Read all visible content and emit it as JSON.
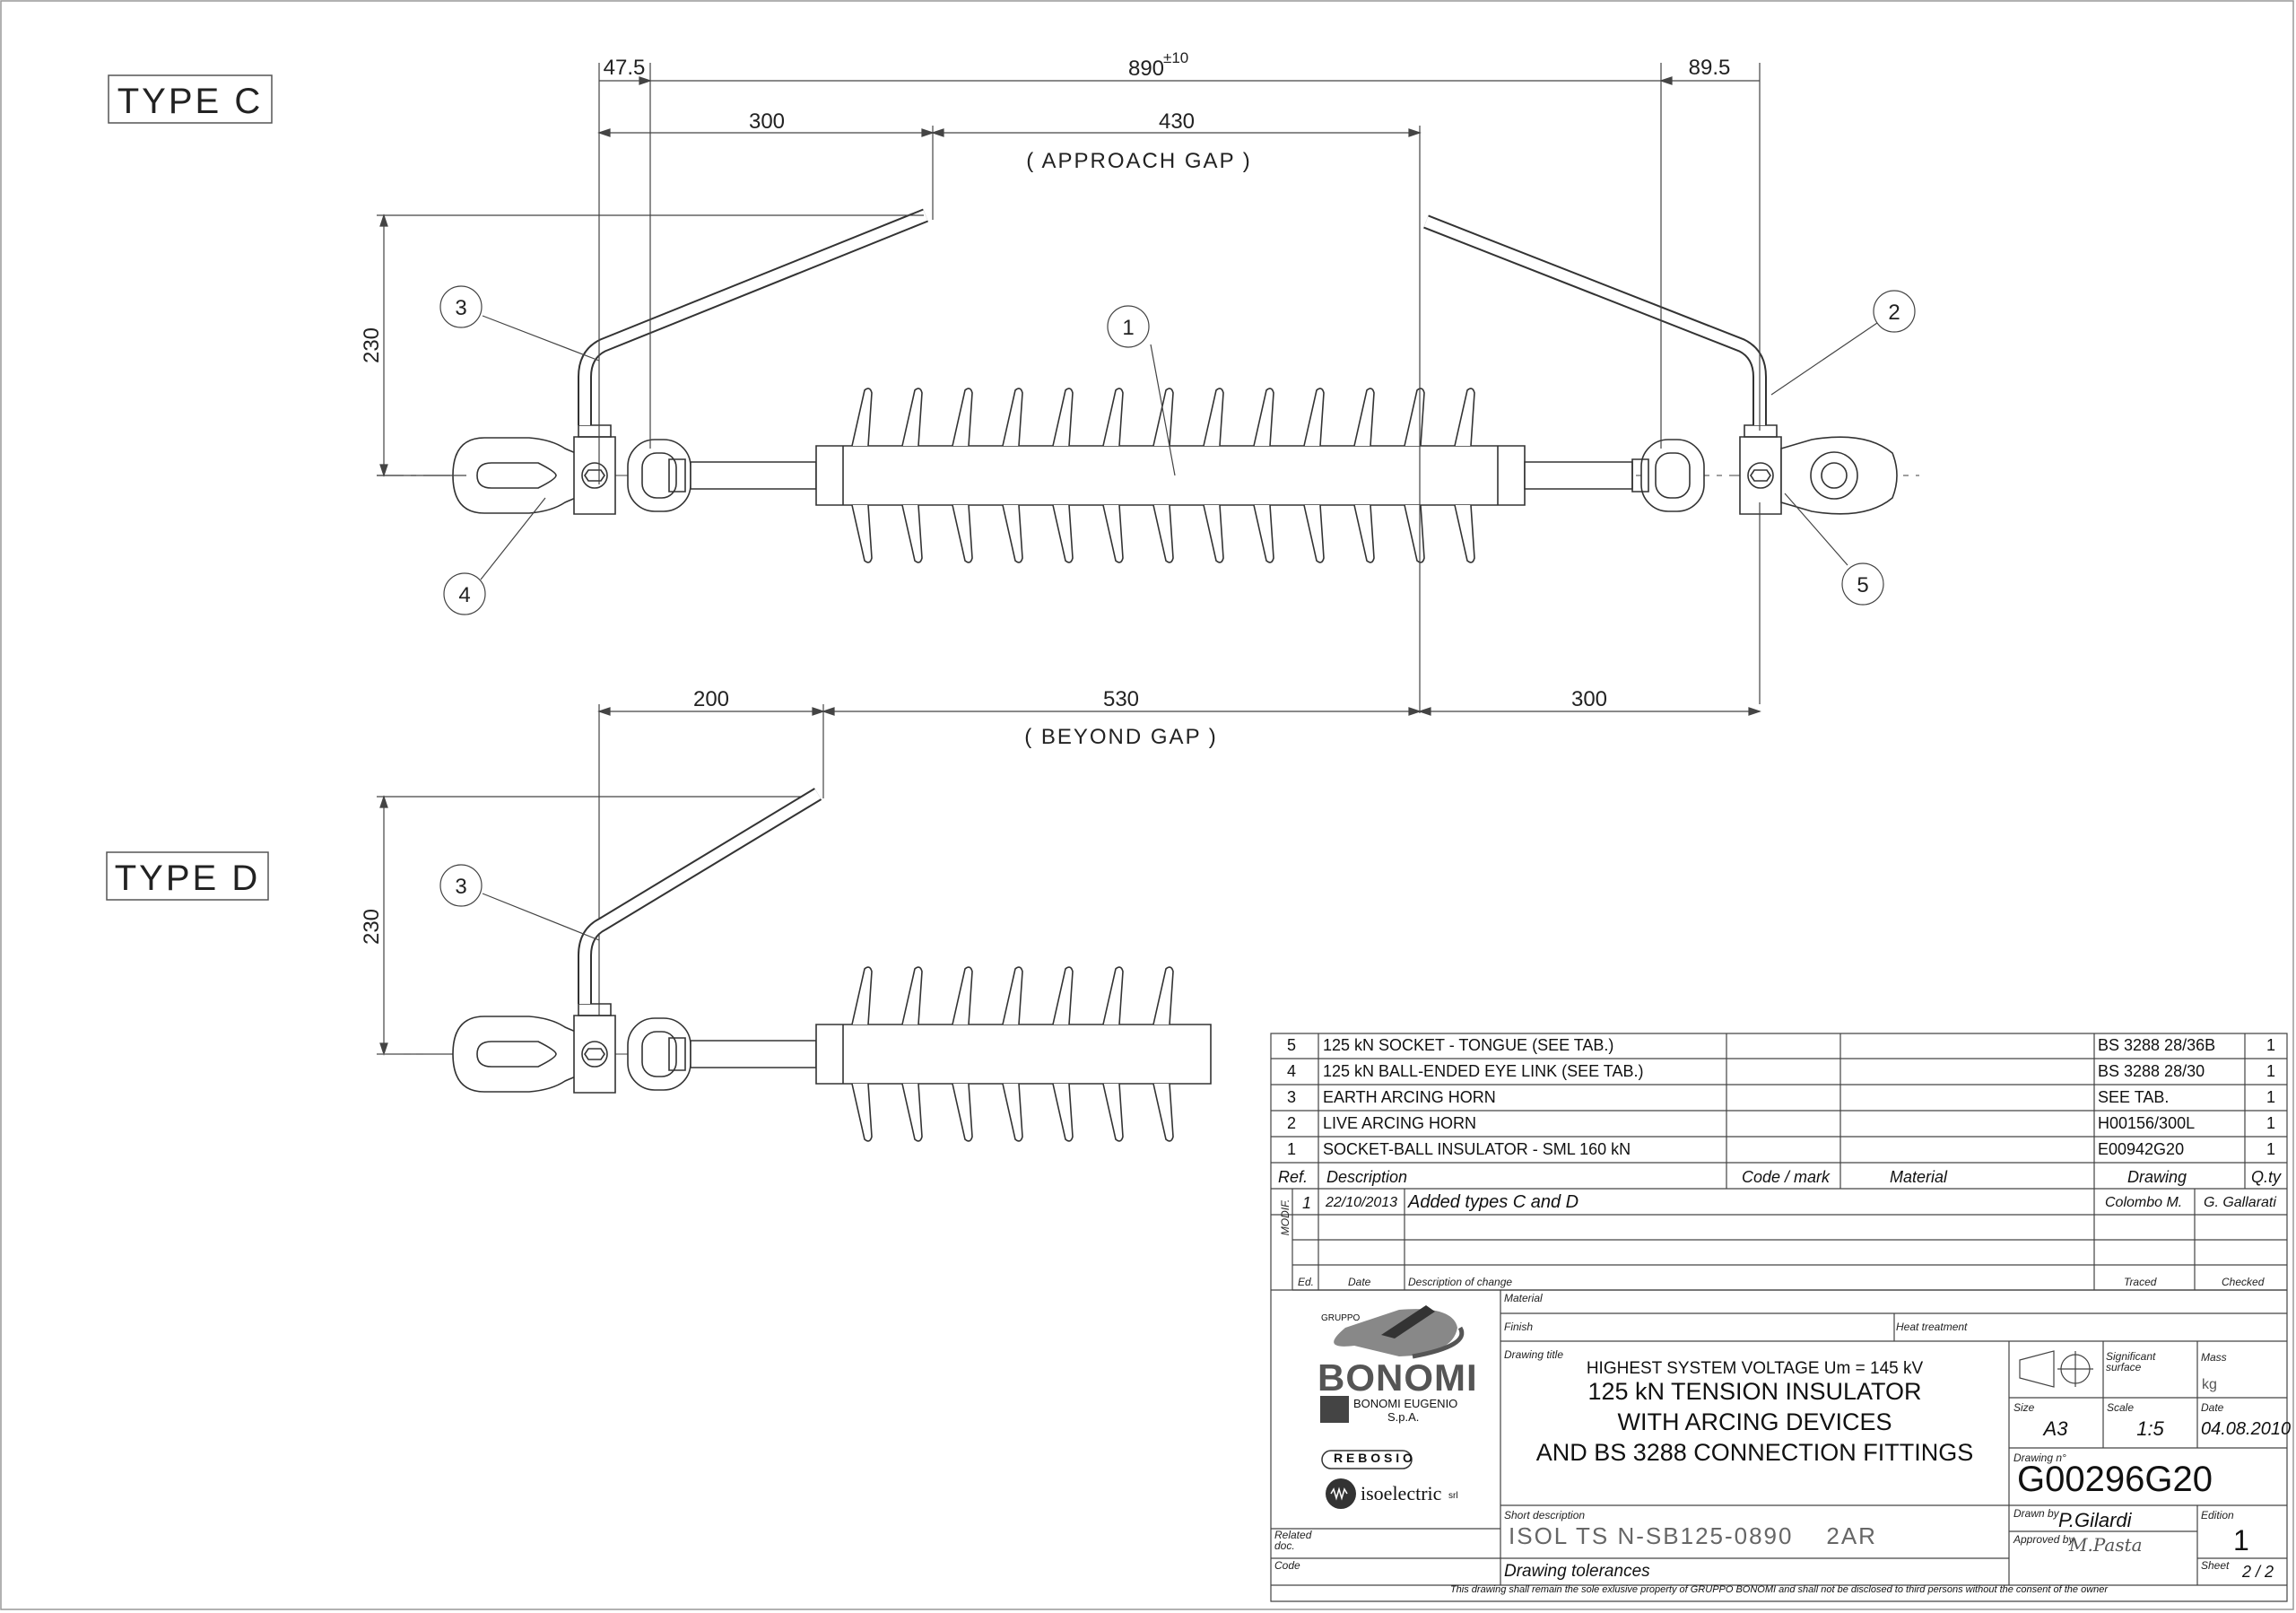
{
  "drawing": {
    "type_c_label": "TYPE C",
    "type_d_label": "TYPE D",
    "dimensions": {
      "d47_5": "47.5",
      "d890": "890",
      "d890_tol": "±10",
      "d89_5": "89.5",
      "d300_top": "300",
      "d430": "430",
      "approach_gap": "( APPROACH GAP )",
      "d230_c": "230",
      "d200": "200",
      "d530": "530",
      "d300_bottom": "300",
      "beyond_gap": "( BEYOND GAP )",
      "d230_d": "230"
    },
    "balloons": {
      "b1": "1",
      "b2": "2",
      "b3": "3",
      "b4": "4",
      "b5": "5",
      "b3d": "3"
    }
  },
  "bom": {
    "rows": [
      {
        "ref": "5",
        "description": "125 kN SOCKET - TONGUE (SEE TAB.)",
        "code": "",
        "material": "",
        "drawing": "BS 3288 28/36B",
        "qty": "1"
      },
      {
        "ref": "4",
        "description": "125 kN BALL-ENDED EYE LINK (SEE TAB.)",
        "code": "",
        "material": "",
        "drawing": "BS 3288 28/30",
        "qty": "1"
      },
      {
        "ref": "3",
        "description": "EARTH ARCING HORN",
        "code": "",
        "material": "",
        "drawing": "SEE TAB.",
        "qty": "1"
      },
      {
        "ref": "2",
        "description": "LIVE ARCING HORN",
        "code": "",
        "material": "",
        "drawing": "H00156/300L",
        "qty": "1"
      },
      {
        "ref": "1",
        "description": "SOCKET-BALL INSULATOR - SML 160 kN",
        "code": "",
        "material": "",
        "drawing": "E00942G20",
        "qty": "1"
      }
    ],
    "headers": {
      "ref": "Ref.",
      "description": "Description",
      "code": "Code / mark",
      "material": "Material",
      "drawing": "Drawing",
      "qty": "Q.ty"
    }
  },
  "modifications": {
    "side_label": "MODIF.",
    "entries": [
      {
        "ed": "1",
        "date": "22/10/2013",
        "description": "Added types C and D",
        "traced": "Colombo M.",
        "checked": "G. Gallarati"
      }
    ],
    "headers": {
      "ed": "Ed.",
      "date": "Date",
      "description": "Description of change",
      "traced": "Traced",
      "checked": "Checked"
    }
  },
  "title_block": {
    "company": {
      "gruppo": "GRUPPO",
      "brand": "BONOMI",
      "sub1": "BONOMI EUGENIO",
      "sub2": "S.p.A.",
      "rebosio": "R E B O S I O",
      "isoelectric": "isoelectric",
      "isoelectric_srl": "srl"
    },
    "material_label": "Material",
    "finish_label": "Finish",
    "heat_treatment_label": "Heat treatment",
    "drawing_title_label": "Drawing title",
    "title_line1": "HIGHEST SYSTEM VOLTAGE Um = 145 kV",
    "title_line2": "125 kN TENSION INSULATOR",
    "title_line3": "WITH ARCING DEVICES",
    "title_line4": "AND BS 3288 CONNECTION FITTINGS",
    "significant_surface_label": "Significant surface",
    "mass_label": "Mass",
    "mass_unit": "kg",
    "size_label": "Size",
    "size": "A3",
    "scale_label": "Scale",
    "scale": "1:5",
    "date_label": "Date",
    "date": "04.08.2010",
    "drawing_no_label": "Drawing n°",
    "drawing_no": "G00296G20",
    "short_description_label": "Short description",
    "short_description": "ISOL TS N-SB125-0890    2AR",
    "drawn_by_label": "Drawn by",
    "drawn_by": "P.Gilardi",
    "edition_label": "Edition",
    "edition": "1",
    "approved_by_label": "Approved by",
    "approved_by": "M.Pasta",
    "related_doc_label": "Related doc.",
    "code_label": "Code",
    "drawing_tolerances": "Drawing tolerances",
    "sheet_label": "Sheet",
    "sheet": "2 / 2",
    "footer": "This drawing shall remain the sole exlusive property of GRUPPO BONOMI and shall not be disclosed to third persons without the consent of the owner"
  }
}
